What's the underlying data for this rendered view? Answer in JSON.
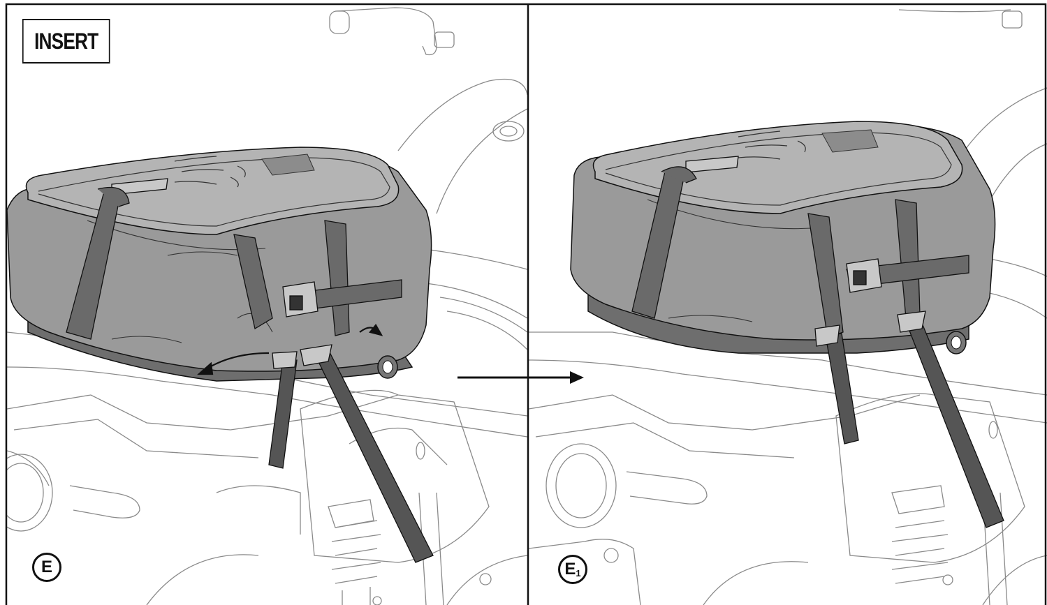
{
  "label": {
    "text": "INSERT"
  },
  "steps": [
    {
      "letter": "E",
      "sub": ""
    },
    {
      "letter": "E",
      "sub": "1"
    }
  ],
  "colors": {
    "line": "#111111",
    "bike_line": "#7a7a7a",
    "bag_body": "#9a9a9a",
    "bag_lid": "#b4b4b4",
    "bag_dark": "#6e6e6e",
    "strap": "#5a5a5a",
    "buckle": "#c8c8c8"
  }
}
